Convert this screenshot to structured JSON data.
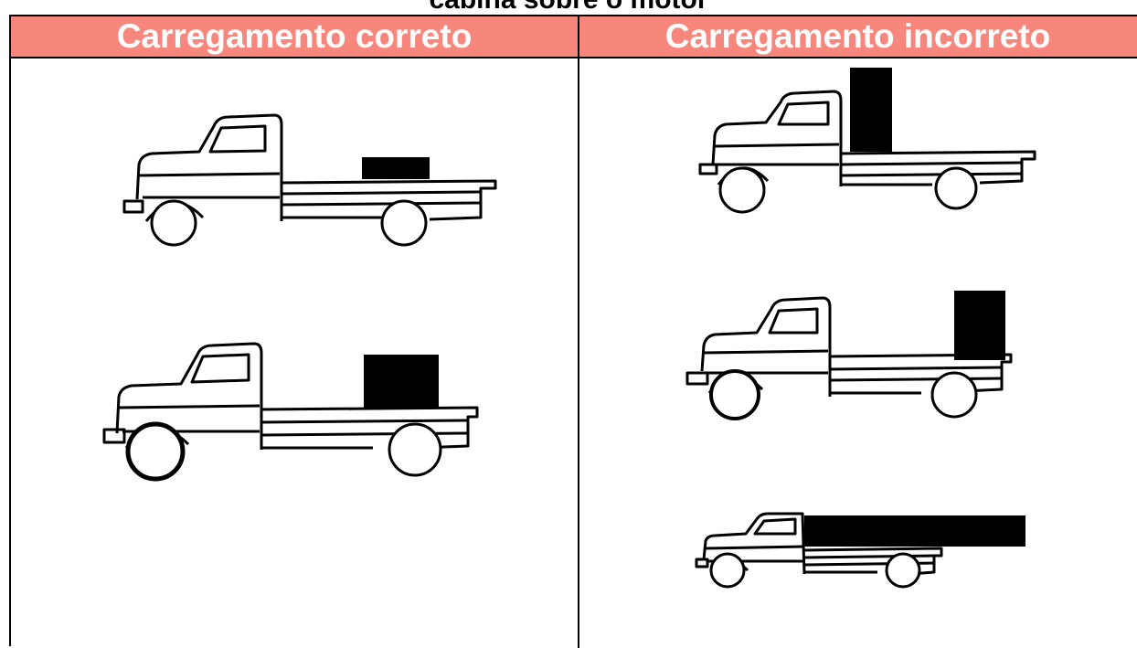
{
  "title": "cabina sobre o motor",
  "columns": {
    "correct": "Carregamento correto",
    "incorrect": "Carregamento incorreto"
  },
  "colors": {
    "header_bg": "#f7877d",
    "header_text": "#ffffff",
    "line": "#000000"
  }
}
